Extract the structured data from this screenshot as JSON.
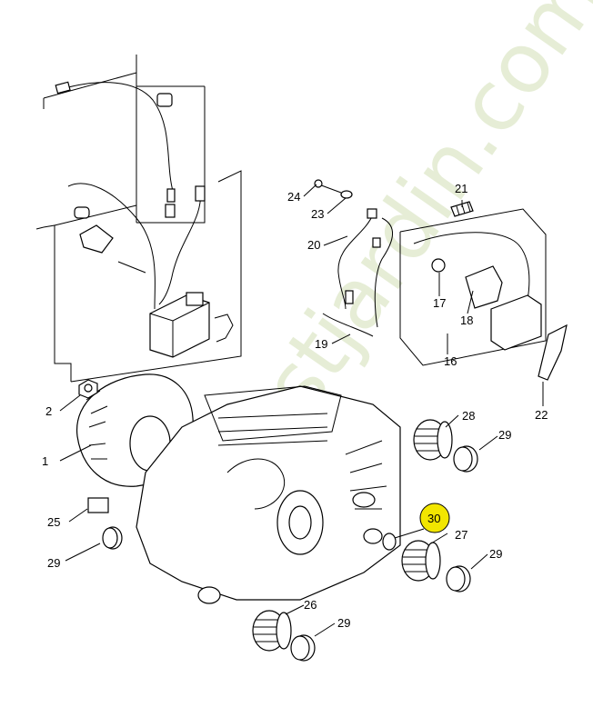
{
  "watermark": "forestjardin.com",
  "highlight_color": "#f2e600",
  "line_color": "#000000",
  "watermark_color": "#c8d9a6",
  "callouts": {
    "c1": "1",
    "c2": "2",
    "c16": "16",
    "c17": "17",
    "c18": "18",
    "c19": "19",
    "c20": "20",
    "c21": "21",
    "c22": "22",
    "c23": "23",
    "c24": "24",
    "c25": "25",
    "c26": "26",
    "c27": "27",
    "c28": "28",
    "c29a": "29",
    "c29b": "29",
    "c29c": "29",
    "c29d": "29",
    "c30": "30"
  }
}
